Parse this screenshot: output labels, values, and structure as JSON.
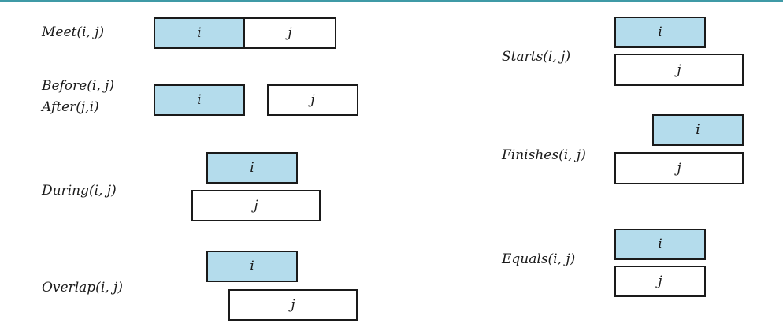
{
  "colors": {
    "interval_i_fill": "#b4dcec",
    "interval_j_fill": "#ffffff",
    "outline": "#1a1a1a",
    "top_rule": "#3f9aa6"
  },
  "relations": {
    "meet": {
      "label": "Meet(i, j)",
      "i": "i",
      "j": "j"
    },
    "before": {
      "label": "Before(i, j)",
      "label2": "After(j,i)",
      "i": "i",
      "j": "j"
    },
    "during": {
      "label": "During(i, j)",
      "i": "i",
      "j": "j"
    },
    "overlap": {
      "label": "Overlap(i, j)",
      "i": "i",
      "j": "j"
    },
    "starts": {
      "label": "Starts(i, j)",
      "i": "i",
      "j": "j"
    },
    "finishes": {
      "label": "Finishes(i, j)",
      "i": "i",
      "j": "j"
    },
    "equals": {
      "label": "Equals(i, j)",
      "i": "i",
      "j": "j"
    }
  }
}
